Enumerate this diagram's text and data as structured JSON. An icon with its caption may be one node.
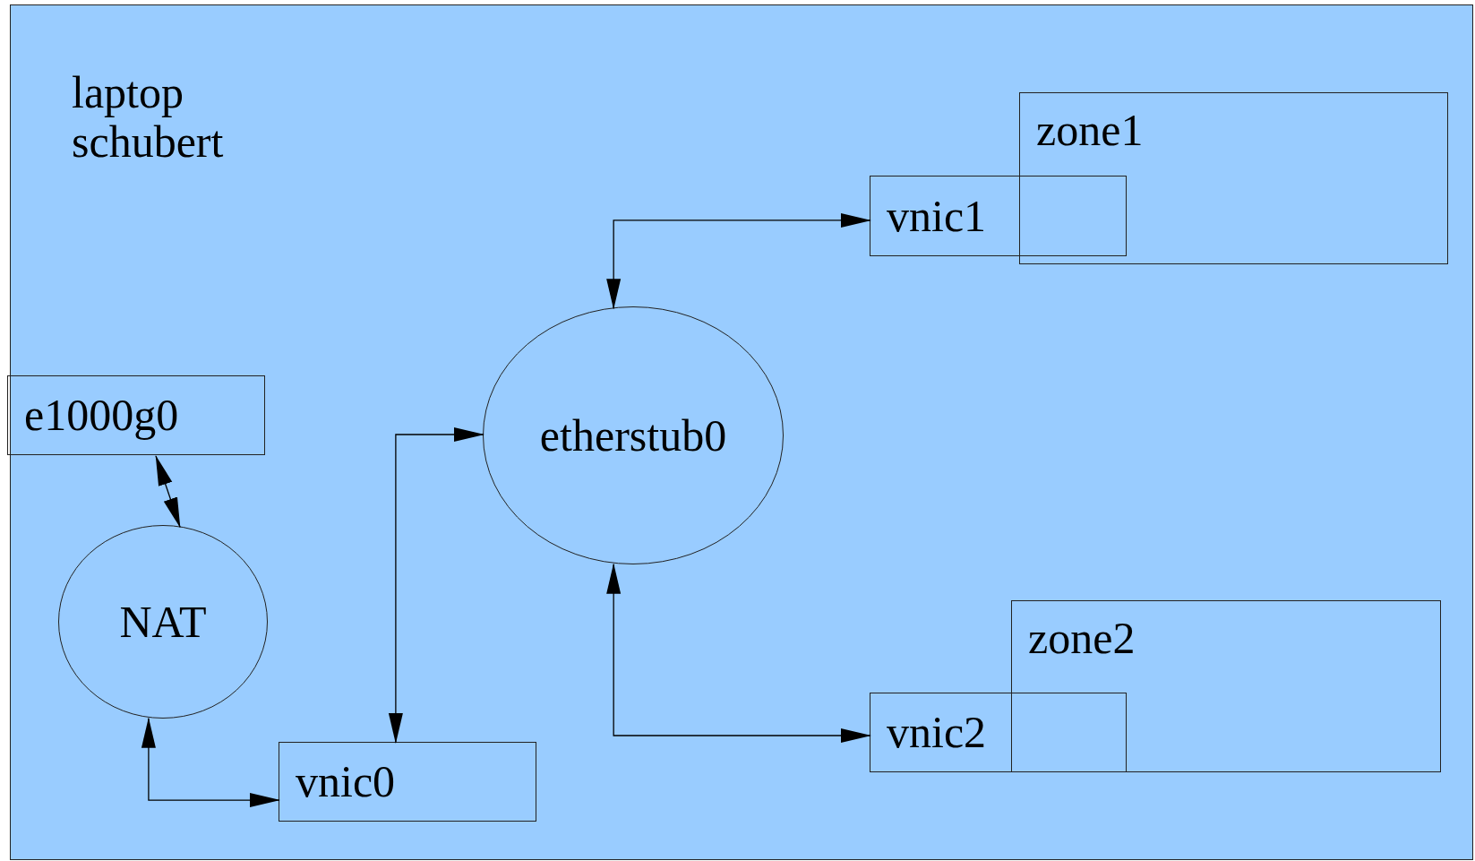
{
  "diagram": {
    "nodes": [
      {
        "text": [
          "laptop schubert"
        ]
      },
      {
        "text": [
          "zone1"
        ],
        "in": 0
      },
      {
        "text": [
          "vnic1"
        ],
        "in": 0
      },
      {
        "text": [
          "e1000g0"
        ],
        "in": 0
      },
      {
        "text": [
          "etherstub0"
        ],
        "in": 0
      },
      {
        "text": [
          "NAT"
        ],
        "in": 0
      },
      {
        "text": [
          "zone2"
        ],
        "in": 0
      },
      {
        "text": [
          "vnic2"
        ],
        "in": 0
      },
      {
        "text": [
          "vnic0"
        ],
        "in": 0
      }
    ],
    "edges": [
      {
        "from": 3,
        "to": 5,
        "arrow": "both"
      },
      {
        "from": 5,
        "to": 8,
        "arrow": "both"
      },
      {
        "from": 8,
        "to": 4,
        "arrow": "both"
      },
      {
        "from": 4,
        "to": 2,
        "arrow": "both"
      },
      {
        "from": 4,
        "to": 7,
        "arrow": "both"
      }
    ]
  }
}
